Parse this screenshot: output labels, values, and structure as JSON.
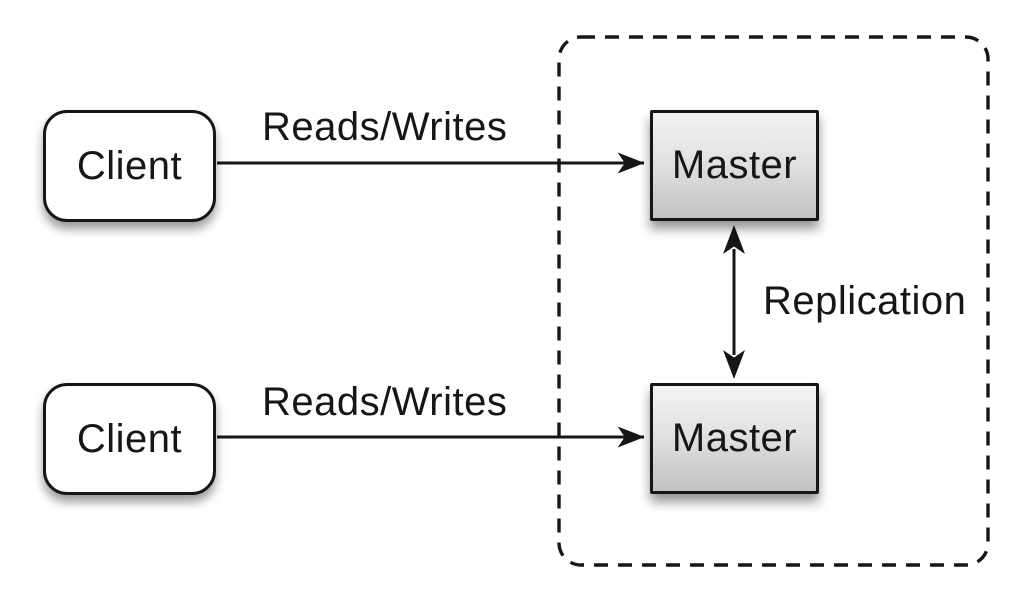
{
  "diagram": {
    "type": "architecture-diagram",
    "topic": "master-master-replication",
    "nodes": {
      "client_top": {
        "label": "Client",
        "shape": "rounded-rectangle",
        "fill": "#ffffff"
      },
      "client_bottom": {
        "label": "Client",
        "shape": "rounded-rectangle",
        "fill": "#ffffff"
      },
      "master_top": {
        "label": "Master",
        "shape": "rectangle",
        "fill_gradient": [
          "#f3f3f3",
          "#c2c2c2"
        ]
      },
      "master_bottom": {
        "label": "Master",
        "shape": "rectangle",
        "fill_gradient": [
          "#f3f3f3",
          "#c2c2c2"
        ]
      }
    },
    "edges": {
      "reads_writes_top": {
        "label": "Reads/Writes",
        "from": "client_top",
        "to": "master_top",
        "direction": "one-way"
      },
      "reads_writes_bottom": {
        "label": "Reads/Writes",
        "from": "client_bottom",
        "to": "master_bottom",
        "direction": "one-way"
      },
      "replication": {
        "label": "Replication",
        "from": "master_top",
        "to": "master_bottom",
        "direction": "two-way"
      }
    },
    "groups": {
      "master_cluster": {
        "style": "dashed-rounded-rectangle",
        "contains": [
          "master_top",
          "master_bottom"
        ]
      }
    },
    "colors": {
      "background": "#ffffff",
      "stroke": "#161616",
      "text": "#161616"
    }
  }
}
